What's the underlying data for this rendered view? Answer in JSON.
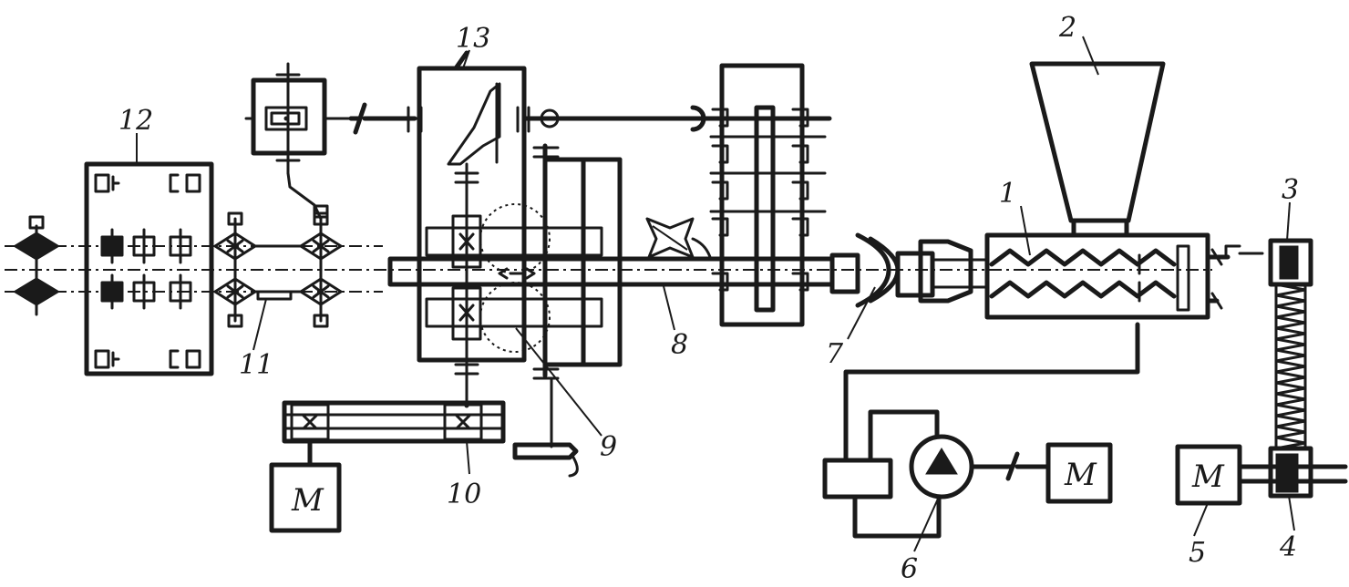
{
  "callouts": {
    "c1": "1",
    "c2": "2",
    "c3": "3",
    "c4": "4",
    "c5": "5",
    "c6": "6",
    "c7": "7",
    "c8": "8",
    "c9": "9",
    "c10": "10",
    "c11": "11",
    "c12": "12",
    "c13": "13"
  },
  "motors": {
    "m1": "M",
    "m2": "M",
    "m3": "M"
  }
}
